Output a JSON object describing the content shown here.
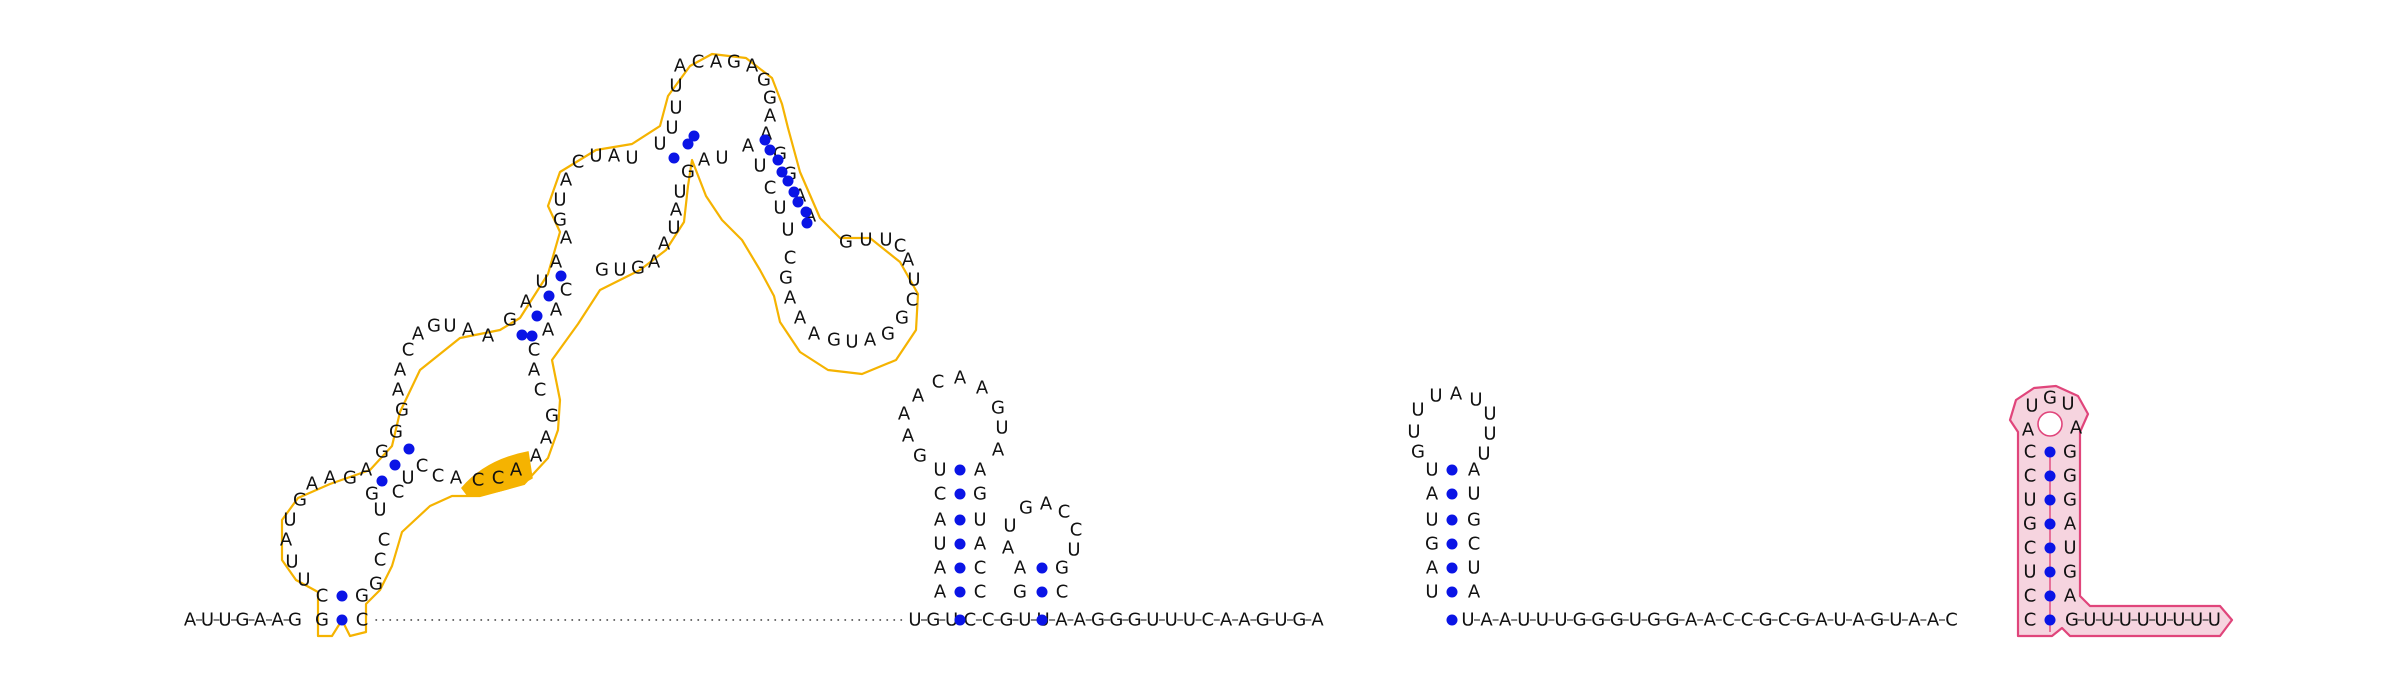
{
  "diagram": {
    "type": "rna-secondary-structure",
    "colors": {
      "highlight_orange": "#F5B301",
      "highlight_orange_fill": "#F5B301",
      "highlight_pink": "#E0457B",
      "highlight_pink_fill": "#F6D4DF",
      "pair_dot": "#0A14E6",
      "text": "#111111"
    },
    "backbone_5prime": "AUUGAAG",
    "backbone_middle_1": "UGUCCGUUAAGGGUUUCAAGUGA",
    "backbone_middle_2": "UAAUUUGGGUGGAACCGCGAUAGUAAC",
    "backbone_3prime": "GUUUUUUUU"
  }
}
